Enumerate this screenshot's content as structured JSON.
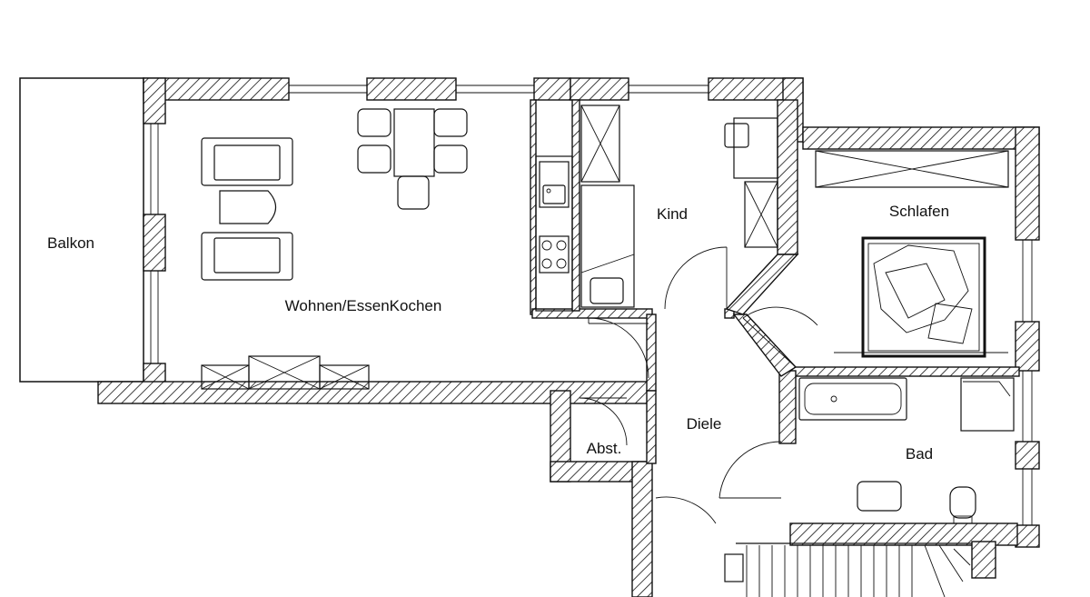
{
  "rooms": {
    "balkon": "Balkon",
    "wohnen": "Wohnen/EssenKochen",
    "kind": "Kind",
    "schlafen": "Schlafen",
    "diele": "Diele",
    "abstellraum": "Abst.",
    "bad": "Bad"
  },
  "colors": {
    "ink": "#111111",
    "paper": "#ffffff"
  }
}
